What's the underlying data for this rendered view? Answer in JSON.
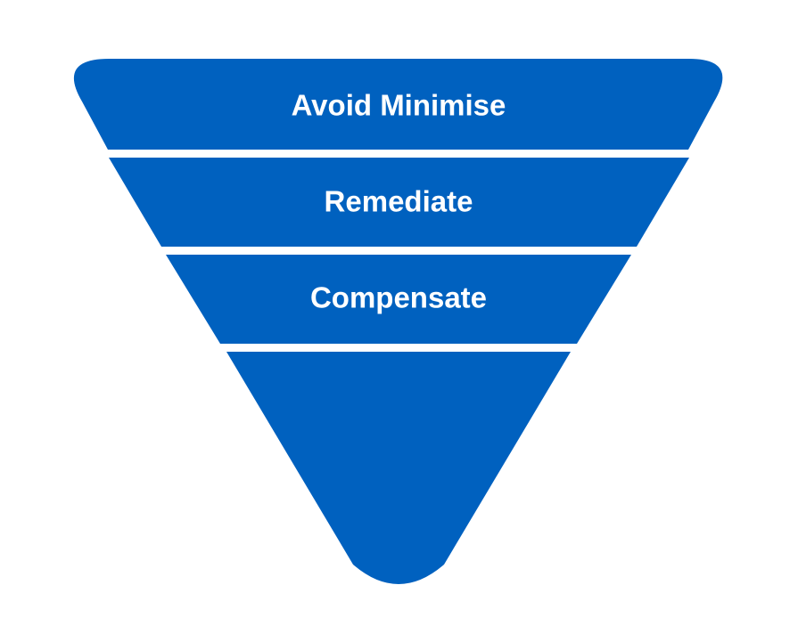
{
  "diagram": {
    "colors": {
      "tier_fill": "#0061BF",
      "label_text": "#FFFFFF",
      "background": "#FFFFFF"
    },
    "tiers": [
      {
        "label": "Avoid Minimise"
      },
      {
        "label": "Remediate"
      },
      {
        "label": "Compensate"
      },
      {
        "label": ""
      }
    ]
  }
}
